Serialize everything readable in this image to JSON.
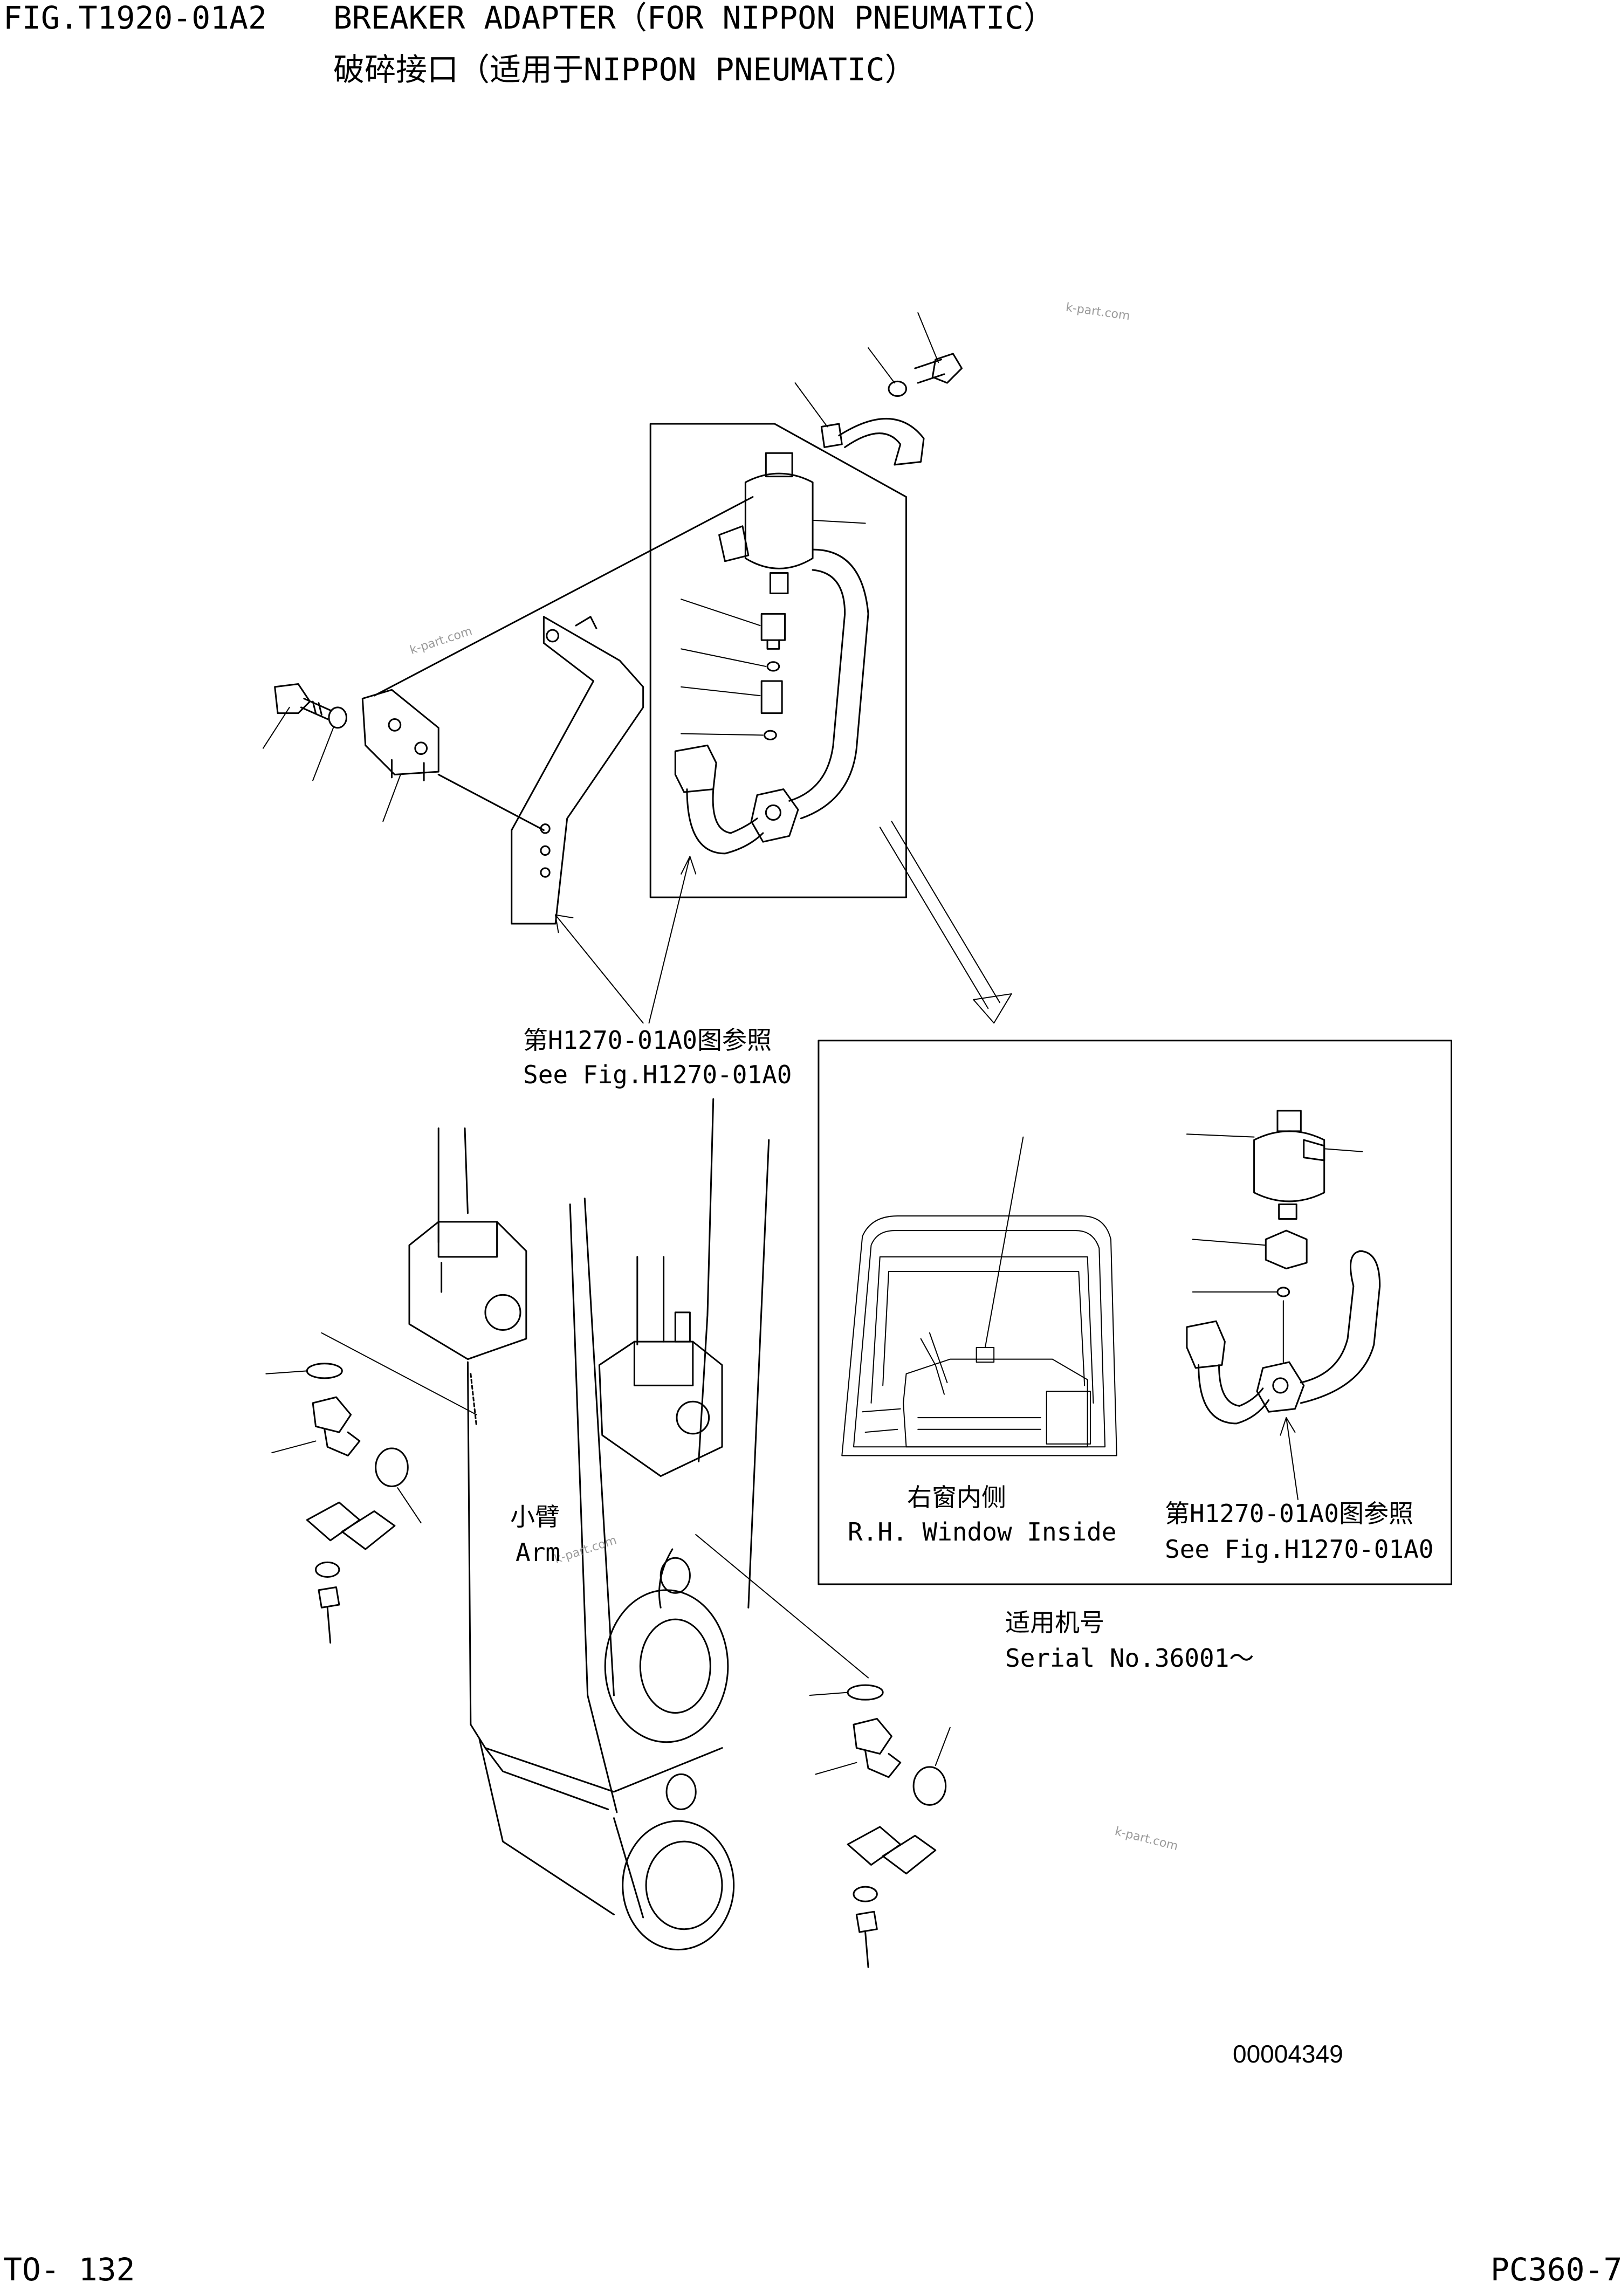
{
  "header": {
    "fig_no": "FIG.T1920-01A2",
    "title_en": "BREAKER ADAPTER（FOR NIPPON PNEUMATIC）",
    "title_cn": "破碎接口（适用于NIPPON PNEUMATIC）"
  },
  "labels": {
    "ref1_cn": "第H1270-01A0图参照",
    "ref1_en": "See Fig.H1270-01A0",
    "arm_cn": "小臂",
    "arm_en": "Arm",
    "window_cn": "右窗内侧",
    "window_en": "R.H. Window Inside",
    "ref2_cn": "第H1270-01A0图参照",
    "ref2_en": "See Fig.H1270-01A0",
    "serial_cn": "适用机号",
    "serial_en": "Serial No.36001～",
    "drawing_no": "00004349"
  },
  "watermark": "k-part.com",
  "footer": {
    "page": "TO- 132",
    "model": "PC360-7"
  }
}
